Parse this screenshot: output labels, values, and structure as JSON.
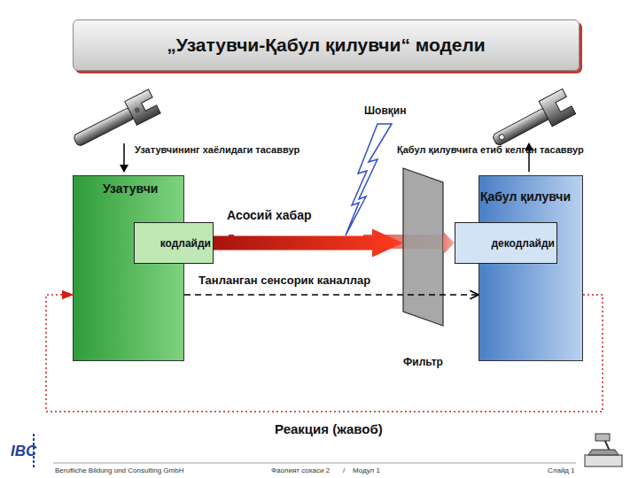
{
  "diagram": {
    "title": "„Узатувчи-Қабул қилувчи“ модели",
    "nodes": [
      {
        "text": [
          "Узатувчи"
        ]
      },
      {
        "text": [
          "кодлайди"
        ],
        "in": 0
      },
      {
        "text": [
          "Қабул қилувчи"
        ]
      },
      {
        "text": [
          "декодлайди"
        ],
        "in": 2
      },
      {
        "text": [
          "Фильтр"
        ]
      }
    ],
    "edges": [
      {
        "from": 1,
        "to": 4,
        "label": "Асосий хабар",
        "arrow": "to"
      },
      {
        "from": 4,
        "to": 3,
        "arrow": "to"
      },
      {
        "from": 0,
        "to": 2,
        "label": "Танланган сенсорик каналлар",
        "arrow": "to"
      },
      {
        "from": 2,
        "to": 0,
        "label": "Реакция (жавоб)",
        "arrow": "to"
      }
    ],
    "labels": [
      "Узатувчининг хаёлидаги тасаввур",
      "Шовқин",
      "Қабул қилувчига етиб келган тасаввур",
      "IBC",
      "Berufliche Bildung und Consulting GmbH",
      "Фаолият сохаси 2",
      "/",
      "Модул 1",
      "Слайд 1"
    ]
  }
}
